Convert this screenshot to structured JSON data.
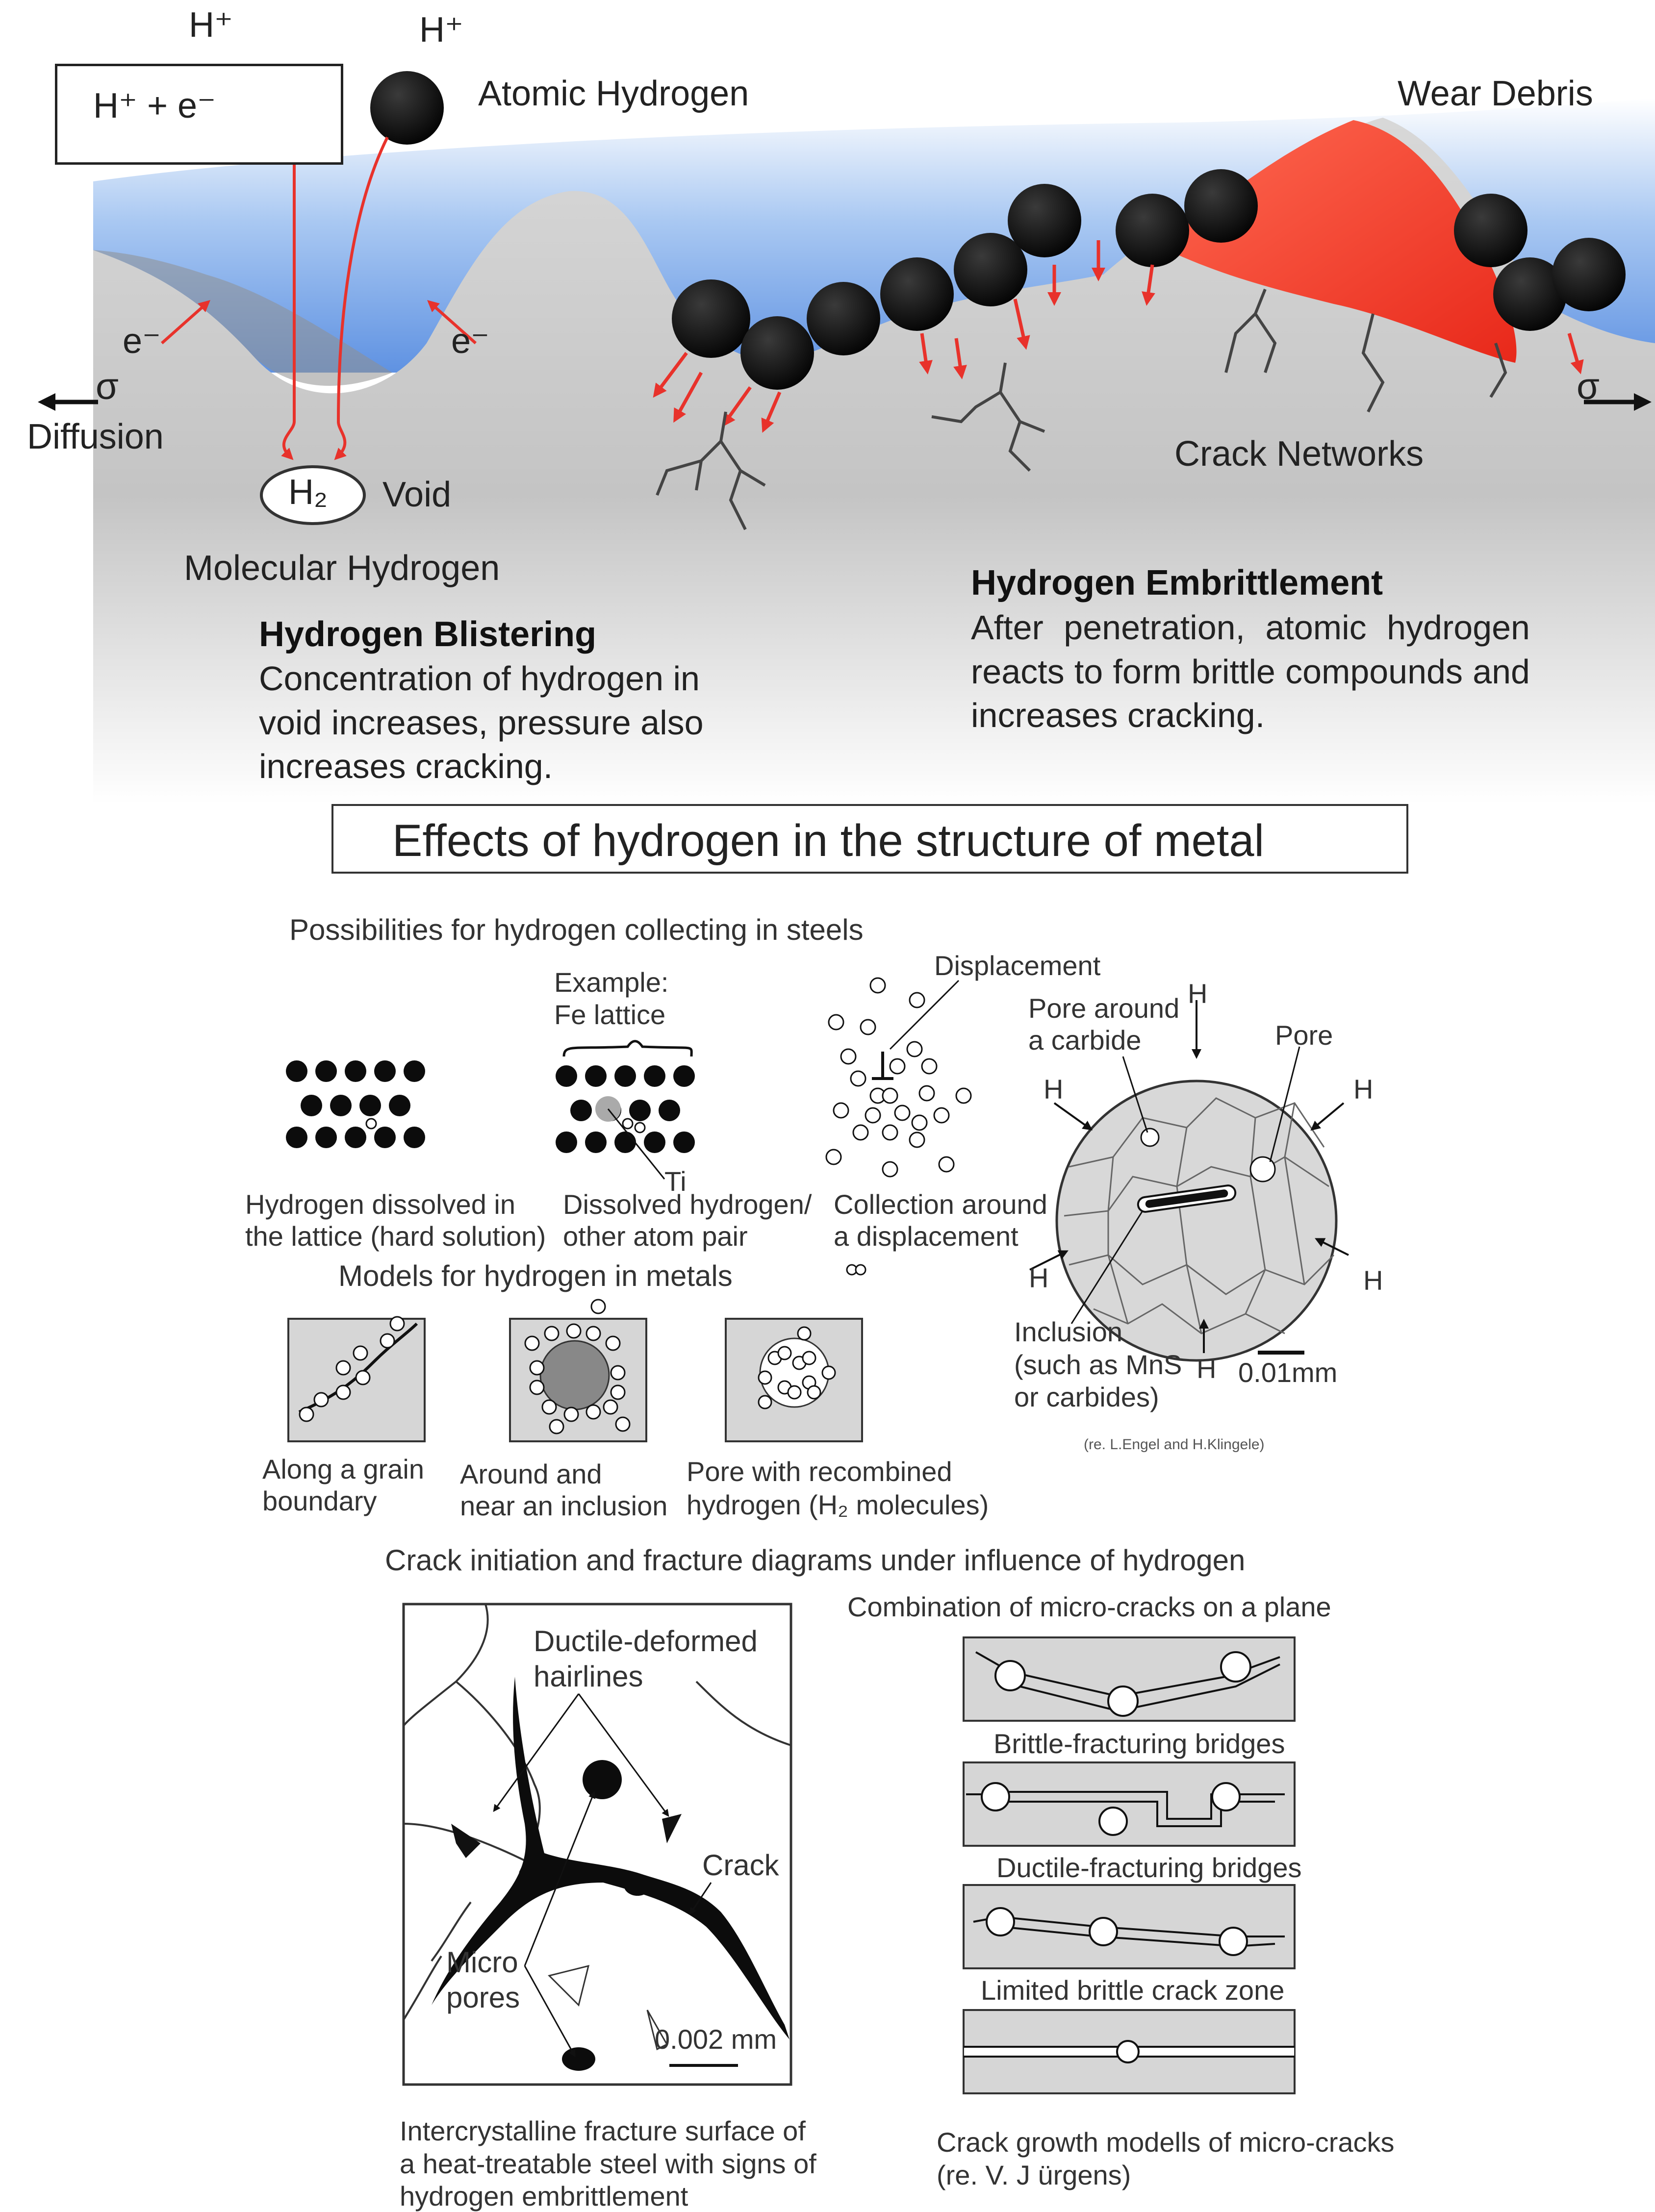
{
  "top_scene": {
    "h_plus_1": "H⁺",
    "h_plus_2": "H⁺",
    "ion_box_label": "H⁺ + e⁻",
    "atomic_hydrogen": "Atomic Hydrogen",
    "wear_debris": "Wear Debris",
    "electron_left": "e⁻",
    "electron_right": "e⁻",
    "sigma_left": "σ",
    "sigma_right": "σ",
    "diffusion": "Diffusion",
    "h2": "H₂",
    "void": "Void",
    "molecular_hydrogen": "Molecular Hydrogen",
    "crack_networks": "Crack Networks",
    "blistering_title": "Hydrogen Blistering",
    "blistering_desc": "Concentration of hydrogen in void increases, pressure also increases cracking.",
    "embrittlement_title": "Hydrogen Embrittlement",
    "embrittlement_desc": "After penetration, atomic hydrogen reacts to form brittle compounds and increases cracking."
  },
  "main_title": "Effects of hydrogen in the structure of metal",
  "collecting": {
    "heading": "Possibilities for hydrogen collecting in steels",
    "example_label": "Example:",
    "fe_lattice": "Fe lattice",
    "ti_label": "Ti",
    "displacement": "Displacement",
    "dissolved_caption_1": "Hydrogen dissolved in",
    "dissolved_caption_2": "the lattice (hard solution)",
    "pair_caption_1": "Dissolved hydrogen/",
    "pair_caption_2": "other atom pair",
    "displacement_caption_1": "Collection around",
    "displacement_caption_2": "a displacement",
    "pore_carbide_1": "Pore around",
    "pore_carbide_2": "a carbide",
    "pore": "Pore",
    "h": "H",
    "inclusion_1": "Inclusion",
    "inclusion_2": "(such as MnS",
    "inclusion_3": "or carbides)",
    "scale_grain": "0.01mm",
    "credit": "(re. L.Engel and H.Klingele)"
  },
  "models": {
    "heading": "Models for hydrogen in metals",
    "grain_1": "Along a grain",
    "grain_2": "boundary",
    "inclusion_1": "Around and",
    "inclusion_2": "near an inclusion",
    "pore_1": "Pore with recombined",
    "pore_2": "hydrogen (H₂ molecules)"
  },
  "fracture": {
    "heading": "Crack initiation and fracture diagrams under influence of hydrogen",
    "ductile_1": "Ductile-deformed",
    "ductile_2": "hairlines",
    "crack": "Crack",
    "micro": "Micro",
    "pores": "pores",
    "scale": "0.002 mm",
    "caption_1": "Intercrystalline fracture surface of",
    "caption_2": "a heat-treatable steel with signs of",
    "caption_3": "hydrogen embrittlement"
  },
  "microcracks": {
    "heading": "Combination of micro-cracks on a plane",
    "brittle": "Brittle-fracturing bridges",
    "ductile": "Ductile-fracturing bridges",
    "limited": "Limited brittle crack zone",
    "caption_1": "Crack growth modells of micro-cracks",
    "caption_2": "(re. V. J ürgens)"
  },
  "colors": {
    "sky_blue": "#6f9fe6",
    "metal_gray": "#c9c9c9",
    "debris_red": "#ff4a36",
    "arrow_red": "#e8322b",
    "ball_black": "#0c0c0c"
  }
}
